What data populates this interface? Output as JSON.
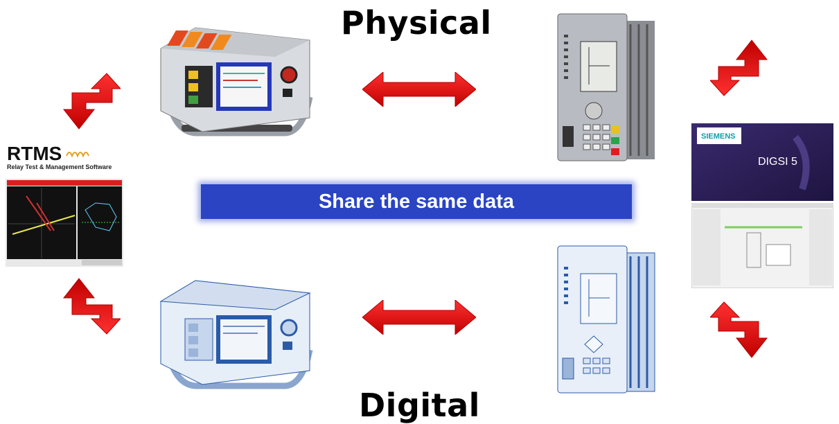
{
  "headings": {
    "physical": "Physical",
    "digital": "Digital"
  },
  "banner": {
    "text": "Share the same data"
  },
  "rtms": {
    "logo": "RTMS",
    "subtitle": "Relay Test & Management Software"
  },
  "digsi": {
    "brand": "SIEMENS",
    "product": "DIGSI 5"
  },
  "colors": {
    "arrow": "#e00000",
    "banner": "#2a44c4",
    "digital_tint": "#2b5aa8"
  }
}
